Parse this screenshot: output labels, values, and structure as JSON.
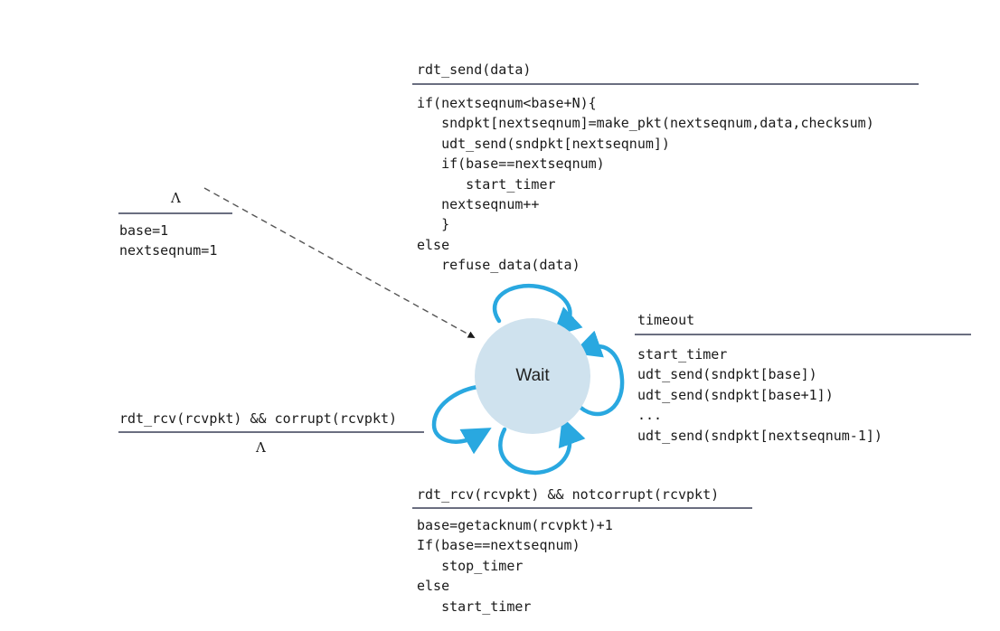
{
  "state": {
    "label": "Wait"
  },
  "init": {
    "event": "Λ",
    "actions": [
      "base=1",
      "nextseqnum=1"
    ]
  },
  "send": {
    "event": "rdt_send(data)",
    "actions": [
      "if(nextseqnum<base+N){",
      "   sndpkt[nextseqnum]=make_pkt(nextseqnum,data,checksum)",
      "   udt_send(sndpkt[nextseqnum])",
      "   if(base==nextseqnum)",
      "      start_timer",
      "   nextseqnum++",
      "   }",
      "else",
      "   refuse_data(data)"
    ]
  },
  "timeout": {
    "event": "timeout",
    "actions": [
      "start_timer",
      "udt_send(sndpkt[base])",
      "udt_send(sndpkt[base+1])",
      "...",
      "udt_send(sndpkt[nextseqnum-1])"
    ]
  },
  "corrupt": {
    "event": "rdt_rcv(rcvpkt) && corrupt(rcvpkt)",
    "action": "Λ"
  },
  "notcorrupt": {
    "event": "rdt_rcv(rcvpkt) && notcorrupt(rcvpkt)",
    "actions": [
      "base=getacknum(rcvpkt)+1",
      "If(base==nextseqnum)",
      "   stop_timer",
      "else",
      "   start_timer"
    ]
  },
  "colors": {
    "loop_arrow": "#29a8e0",
    "state_fill": "#cfe2ee",
    "rule": "#6a6e80",
    "dashed": "#555555"
  }
}
